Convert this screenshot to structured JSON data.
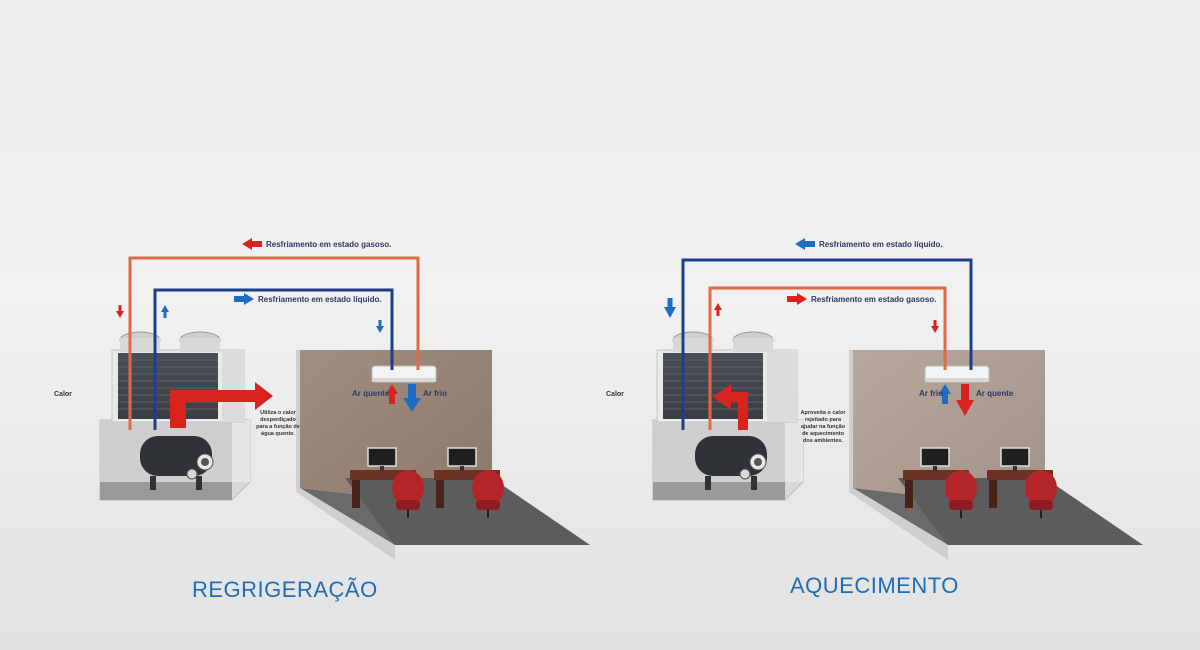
{
  "colors": {
    "hot": "#d9231f",
    "pipe_hot": "#e06a47",
    "cold": "#1e6dc2",
    "pipe_cold": "#1d3e8a",
    "title": "#1f6db5"
  },
  "cooling": {
    "title": "REGRIGERAÇÃO",
    "label_heat": "Calor",
    "label_top_flow": "Resfriamento em estado gasoso.",
    "label_mid_flow": "Resfriamento em estado líquido.",
    "air_left": "Ar quente",
    "air_right": "Ar frio",
    "note": "Utiliza o calor desperdiçado para a função de água quente."
  },
  "heating": {
    "title": "AQUECIMENTO",
    "label_heat": "Calor",
    "label_top_flow": "Resfriamento em estado líquido.",
    "label_mid_flow": "Resfriamento em estado gasoso.",
    "air_left": "Ar frio",
    "air_right": "Ar quente",
    "note": "Aproveita o calor rejeitado para ajudar na função de aquecimento dos ambientes."
  }
}
